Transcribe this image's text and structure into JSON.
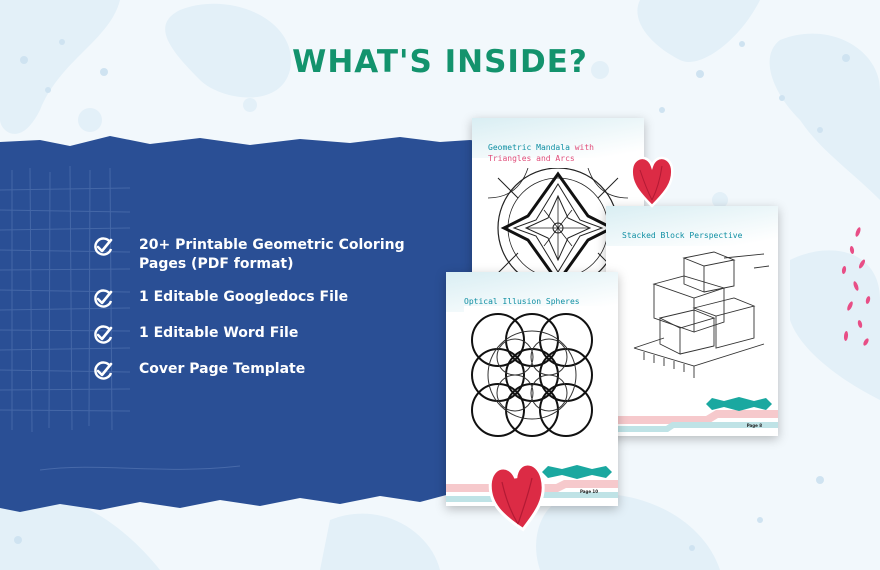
{
  "title": "WHAT'S INSIDE?",
  "features": [
    {
      "icon": "check-circle-icon",
      "text": "20+ Printable Geometric Coloring Pages (PDF format)"
    },
    {
      "icon": "check-circle-icon",
      "text": "1 Editable Googledocs File"
    },
    {
      "icon": "check-circle-icon",
      "text": "1 Editable Word File"
    },
    {
      "icon": "check-circle-icon",
      "text": "Cover Page Template"
    }
  ],
  "cards": {
    "mandala": {
      "title_main": "Geometric Mandala",
      "title_accent": " with Triangles and Arcs"
    },
    "block": {
      "title": "Stacked Block Perspective",
      "page": "Page 8"
    },
    "spheres": {
      "title": "Optical Illusion Spheres",
      "page": "Page 10"
    }
  },
  "colors": {
    "title": "#13936d",
    "band": "#2a4f95",
    "text": "#ffffff",
    "card_title": "#0f8fa3",
    "accent_pink": "#e04d7a",
    "heart": "#dc2b45",
    "badge": "#1aa8a0"
  }
}
